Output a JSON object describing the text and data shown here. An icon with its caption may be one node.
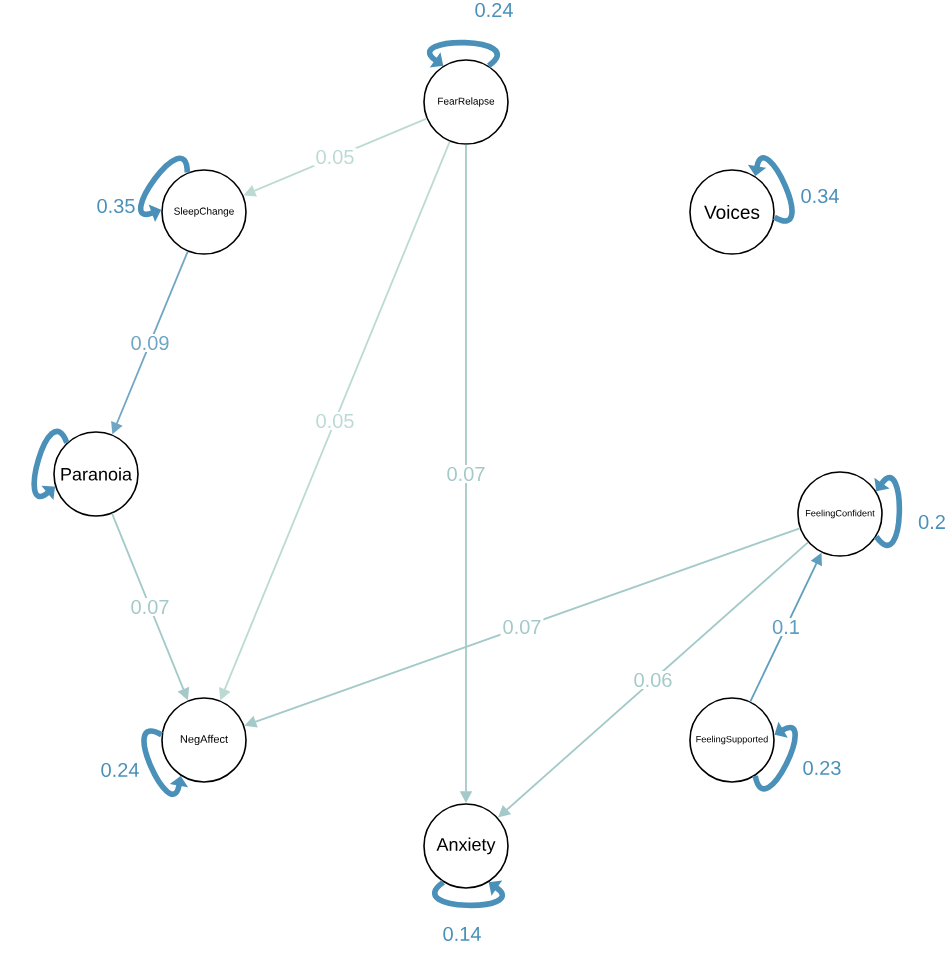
{
  "diagram": {
    "nodes": [
      {
        "text": [
          "FearRelapse"
        ]
      },
      {
        "text": [
          "SleepChange"
        ]
      },
      {
        "text": [
          "Voices"
        ]
      },
      {
        "text": [
          "Paranoia"
        ]
      },
      {
        "text": [
          "FeelingConfident"
        ]
      },
      {
        "text": [
          "NegAffect"
        ]
      },
      {
        "text": [
          "FeelingSupported"
        ]
      },
      {
        "text": [
          "Anxiety"
        ]
      }
    ],
    "edges": [
      {
        "from": 0,
        "to": 0,
        "arrow": "to",
        "label": "0.24",
        "style": "thick",
        "color": "#4a90b8"
      },
      {
        "from": 1,
        "to": 1,
        "arrow": "to",
        "label": "0.35",
        "style": "thick",
        "color": "#4a90b8"
      },
      {
        "from": 2,
        "to": 2,
        "arrow": "to",
        "label": "0.34",
        "style": "thick",
        "color": "#4a90b8"
      },
      {
        "from": 3,
        "to": 3,
        "arrow": "to",
        "style": "thick",
        "color": "#4a90b8"
      },
      {
        "from": 4,
        "to": 4,
        "arrow": "to",
        "label": "0.2",
        "style": "thick",
        "color": "#4a90b8"
      },
      {
        "from": 5,
        "to": 5,
        "arrow": "to",
        "label": "0.24",
        "style": "thick",
        "color": "#4a90b8"
      },
      {
        "from": 6,
        "to": 6,
        "arrow": "to",
        "label": "0.23",
        "style": "thick",
        "color": "#4a90b8"
      },
      {
        "from": 7,
        "to": 7,
        "arrow": "to",
        "label": "0.14",
        "style": "thick",
        "color": "#4a90b8"
      },
      {
        "from": 0,
        "to": 1,
        "arrow": "to",
        "label": "0.05",
        "color": "#bcdad4"
      },
      {
        "from": 0,
        "to": 5,
        "arrow": "to",
        "label": "0.05",
        "color": "#bcdad4"
      },
      {
        "from": 0,
        "to": 7,
        "arrow": "to",
        "label": "0.07"
      },
      {
        "from": 1,
        "to": 3,
        "arrow": "to",
        "label": "0.09",
        "color": "#6fa6c4"
      },
      {
        "from": 3,
        "to": 5,
        "arrow": "to",
        "label": "0.07"
      },
      {
        "from": 4,
        "to": 5,
        "arrow": "to",
        "label": "0.07"
      },
      {
        "from": 4,
        "to": 7,
        "arrow": "to",
        "label": "0.06"
      },
      {
        "from": 6,
        "to": 4,
        "arrow": "to",
        "label": "0.1",
        "color": "#5f9ebf"
      }
    ]
  }
}
